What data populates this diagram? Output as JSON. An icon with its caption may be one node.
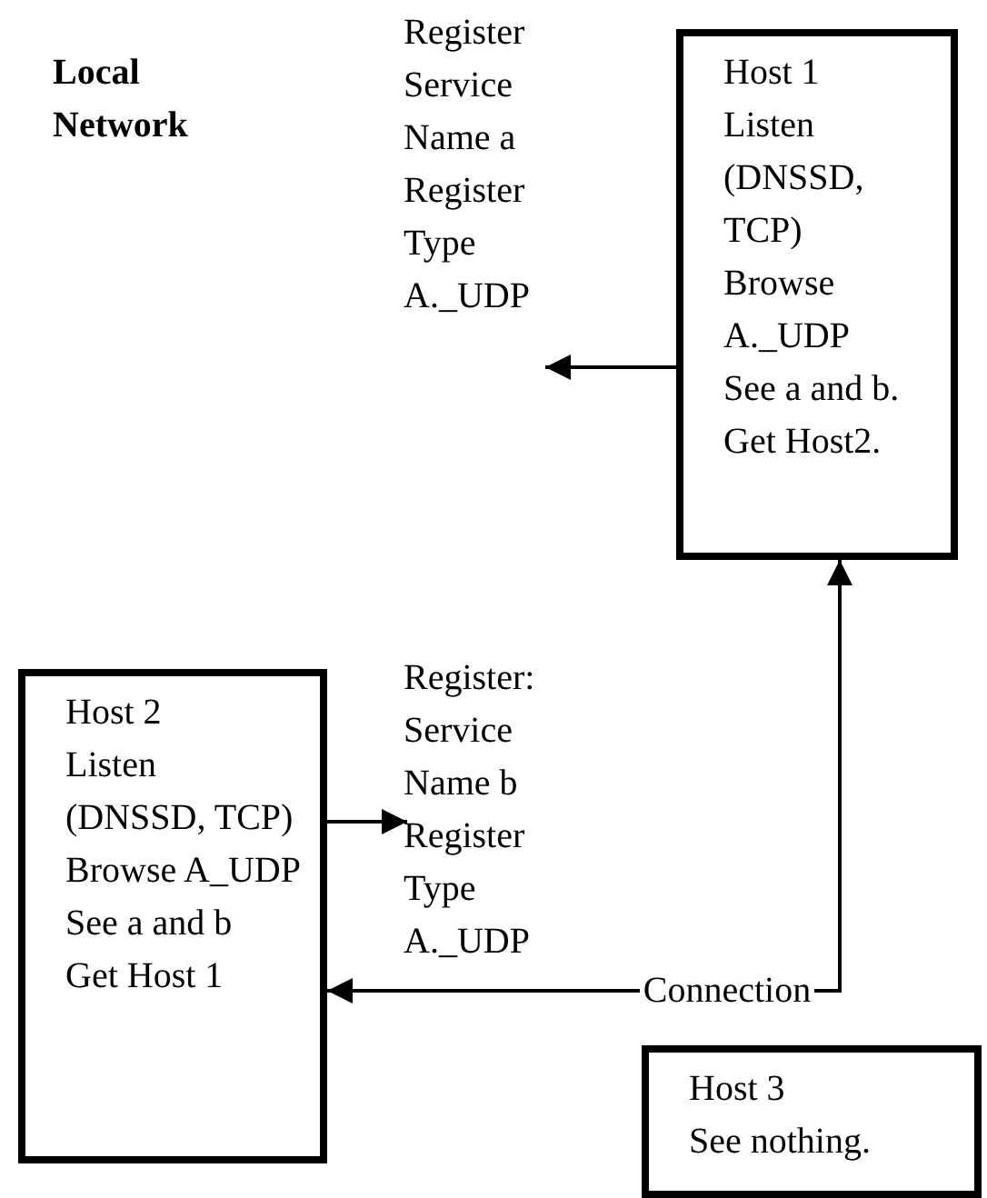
{
  "diagram": {
    "title": "Local Network",
    "nodes": [
      {
        "text": [
          "Host 1",
          "Listen (DNSSD, TCP)",
          "Browse A._UDP",
          "See a and b.",
          "Get Host2."
        ]
      },
      {
        "text": [
          "Host 2",
          "Listen (DNSSD, TCP)",
          "Browse A_UDP",
          "See a and b",
          "Get Host 1"
        ]
      },
      {
        "text": [
          "Host 3",
          "See nothing."
        ]
      },
      {
        "text": [
          "Register: Service Name b Register Type A._UDP"
        ]
      }
    ],
    "edges": [
      {
        "from": 0,
        "to": null,
        "arrow": "to"
      },
      {
        "from": 1,
        "to": 3,
        "arrow": "to"
      },
      {
        "from": 0,
        "to": 1,
        "arrow": "both",
        "label": "Connection"
      }
    ],
    "labels": [
      "Register Service Name a Register Type A._UDP"
    ]
  }
}
